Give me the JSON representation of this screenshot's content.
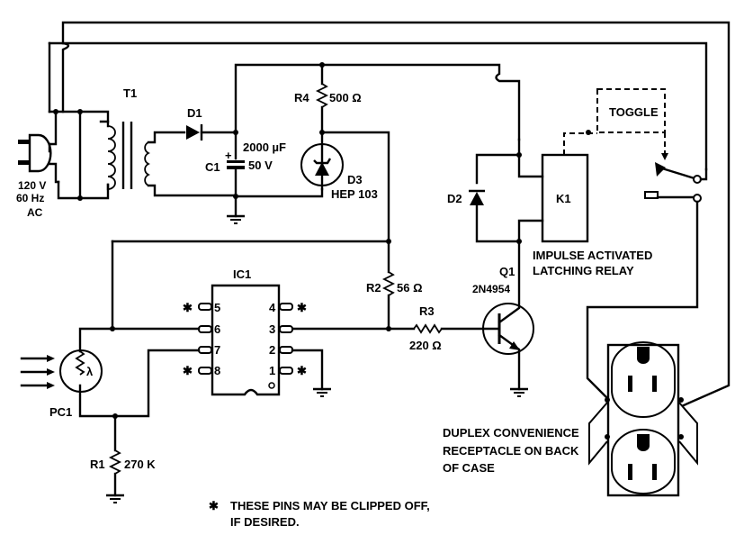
{
  "diagram": {
    "type": "circuit-schematic",
    "components": {
      "plug": {
        "ref": "",
        "label_lines": [
          "120 V",
          "60 Hz",
          "AC"
        ]
      },
      "t1": {
        "ref": "T1"
      },
      "d1": {
        "ref": "D1"
      },
      "c1": {
        "ref": "C1",
        "value_lines": [
          "2000 µF",
          "50 V"
        ],
        "polarity": "+"
      },
      "r4": {
        "ref": "R4",
        "value": "500 Ω"
      },
      "d3": {
        "ref": "D3",
        "value": "HEP 103"
      },
      "d2": {
        "ref": "D2"
      },
      "k1": {
        "ref": "K1",
        "description_lines": [
          "IMPULSE ACTIVATED",
          "LATCHING RELAY"
        ]
      },
      "toggle": {
        "label": "TOGGLE"
      },
      "ic1": {
        "ref": "IC1",
        "pins_left": [
          "5",
          "6",
          "7",
          "8"
        ],
        "pins_right": [
          "4",
          "3",
          "2",
          "1"
        ],
        "clipped_marker": "✱"
      },
      "r2": {
        "ref": "R2",
        "value": "56 Ω"
      },
      "r3": {
        "ref": "R3",
        "value": "220 Ω"
      },
      "q1": {
        "ref": "Q1",
        "value": "2N4954"
      },
      "pc1": {
        "ref": "PC1",
        "symbol": "λ"
      },
      "r1": {
        "ref": "R1",
        "value": "270 K"
      },
      "receptacle": {
        "description_lines": [
          "DUPLEX CONVENIENCE",
          "RECEPTACLE ON BACK",
          "OF CASE"
        ]
      }
    },
    "notes": {
      "marker": "✱",
      "lines": [
        "THESE PINS MAY BE CLIPPED OFF,",
        "IF DESIRED."
      ]
    }
  }
}
